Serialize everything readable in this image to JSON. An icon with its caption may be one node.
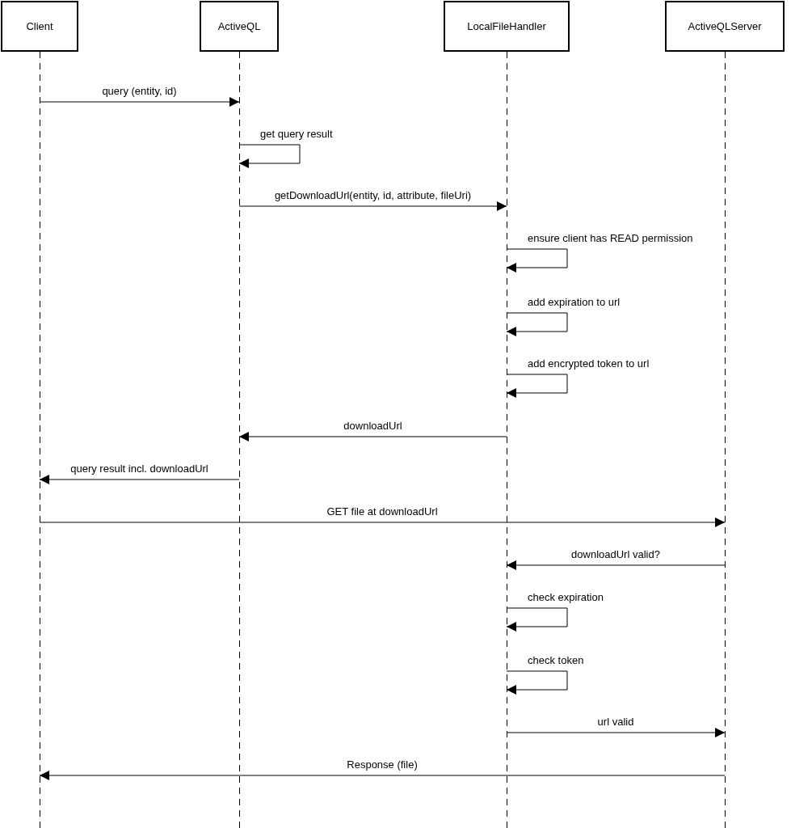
{
  "diagram": {
    "nodes": [
      {
        "text": [
          "Client"
        ]
      },
      {
        "text": [
          "ActiveQL"
        ]
      },
      {
        "text": [
          "LocalFileHandler"
        ]
      },
      {
        "text": [
          "ActiveQLServer"
        ]
      },
      {
        "text": [],
        "shape": "line"
      },
      {
        "text": [],
        "shape": "line"
      },
      {
        "text": [],
        "shape": "line"
      },
      {
        "text": [],
        "shape": "line"
      }
    ],
    "edges": [
      {
        "from": 4,
        "to": 5,
        "arrow": "to",
        "label": "query (entity, id)"
      },
      {
        "from": 5,
        "to": 5,
        "arrow": "to",
        "label": "get query result"
      },
      {
        "from": 5,
        "to": 6,
        "arrow": "to",
        "label": "getDownloadUrl(entity, id, attribute, fileUri)"
      },
      {
        "from": 6,
        "to": 6,
        "arrow": "to",
        "label": "ensure client has READ permission"
      },
      {
        "from": 6,
        "to": 6,
        "arrow": "to",
        "label": "add expiration to url"
      },
      {
        "from": 6,
        "to": 6,
        "arrow": "to",
        "label": "add encrypted token to url"
      },
      {
        "from": 6,
        "to": 5,
        "arrow": "to",
        "label": "downloadUrl"
      },
      {
        "from": 5,
        "to": 4,
        "arrow": "to",
        "label": "query result incl. downloadUrl"
      },
      {
        "from": 4,
        "to": 7,
        "arrow": "to",
        "label": "GET file at downloadUrl"
      },
      {
        "from": 7,
        "to": 6,
        "arrow": "to",
        "label": "downloadUrl valid?"
      },
      {
        "from": 6,
        "to": 6,
        "arrow": "to",
        "label": "check expiration"
      },
      {
        "from": 6,
        "to": 6,
        "arrow": "to",
        "label": "check token"
      },
      {
        "from": 6,
        "to": 7,
        "arrow": "to",
        "label": "url valid"
      },
      {
        "from": 7,
        "to": 4,
        "arrow": "to",
        "label": "Response (file)"
      }
    ]
  }
}
